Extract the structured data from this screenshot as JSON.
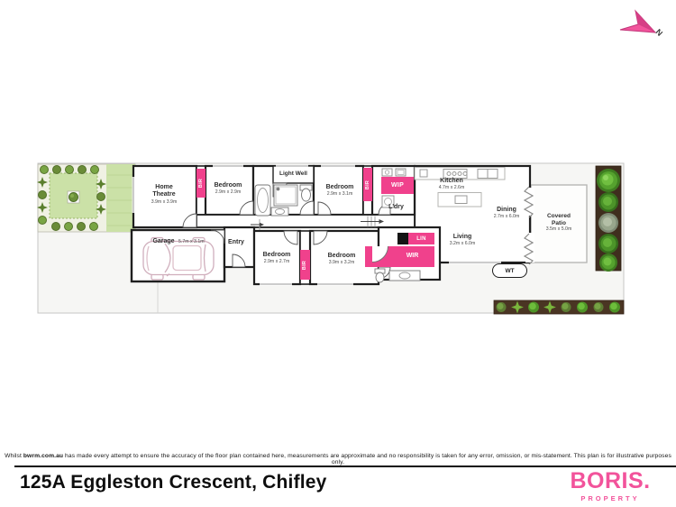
{
  "compass": {
    "label": "N"
  },
  "plan": {
    "rooms": {
      "home_theatre": {
        "name": "Home Theatre",
        "dims": "3.9m x 3.9m"
      },
      "bedroom_1": {
        "name": "Bedroom",
        "dims": "2.9m x 2.9m"
      },
      "light_well": {
        "name": "Light Well"
      },
      "bedroom_2": {
        "name": "Bedroom",
        "dims": "2.9m x 3.1m"
      },
      "laundry": {
        "name": "L'dry"
      },
      "kitchen": {
        "name": "Kitchen",
        "dims": "4.7m x 2.6m"
      },
      "dining": {
        "name": "Dining",
        "dims": "2.7m x 6.0m"
      },
      "living": {
        "name": "Living",
        "dims": "3.2m x 6.0m"
      },
      "covered_patio": {
        "name": "Covered",
        "name2": "Patio",
        "dims": "3.5m x 5.0m"
      },
      "entry": {
        "name": "Entry"
      },
      "garage": {
        "name": "Garage",
        "dims": "5.7m x 3.1m"
      },
      "bedroom_3": {
        "name": "Bedroom",
        "dims": "2.9m x 2.7m"
      },
      "bedroom_4": {
        "name": "Bedroom",
        "dims": "3.9m x 3.2m"
      }
    },
    "storage": {
      "bir": "BIR",
      "wip": "WIP",
      "wir": "WIR",
      "lin": "LIN",
      "water_tank": "WT"
    },
    "colors": {
      "accent_pink": "#F0418C",
      "wall": "#1F1F1F",
      "garden_green": "#CBE1A7",
      "garden_bed_brown": "#42301E"
    }
  },
  "footer": {
    "disclaimer_prefix": "Whilst ",
    "disclaimer_bold": "bwrm.com.au",
    "disclaimer_rest": " has made every attempt to ensure the accuracy of the floor plan contained here, measurements are approximate and no responsibility is taken for any error, omission, or mis-statement. This plan is for illustrative purposes only.",
    "address": "125A Eggleston Crescent, Chifley"
  },
  "brand": {
    "name": "BORIS.",
    "tagline": "PROPERTY"
  }
}
